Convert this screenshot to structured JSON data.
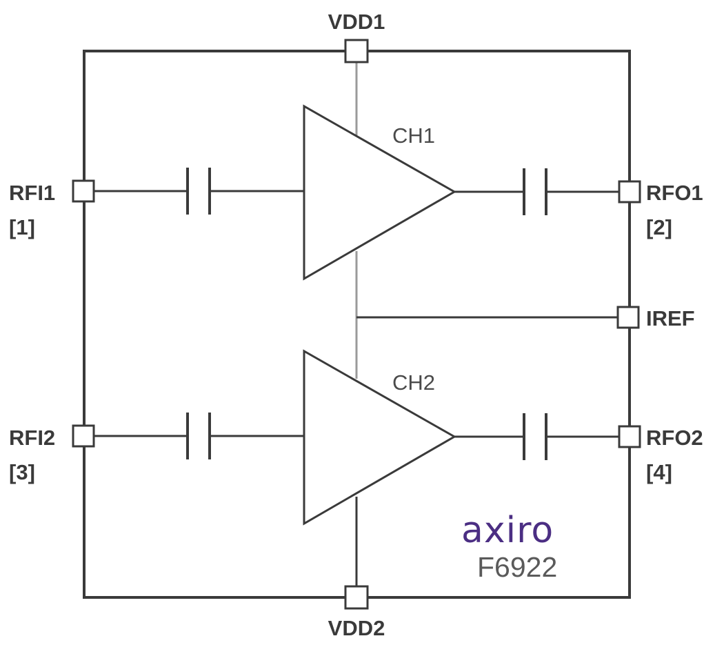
{
  "pins": {
    "vdd1": "VDD1",
    "vdd2": "VDD2",
    "rfi1": "RFI1",
    "rfi1_num": "[1]",
    "rfo1": "RFO1",
    "rfo1_num": "[2]",
    "rfi2": "RFI2",
    "rfi2_num": "[3]",
    "rfo2": "RFO2",
    "rfo2_num": "[4]",
    "iref": "IREF"
  },
  "channels": {
    "ch1": "CH1",
    "ch2": "CH2"
  },
  "brand": {
    "name": "axiro",
    "part_number": "F6922",
    "color": "#4b2e83"
  },
  "colors": {
    "outline": "#3a3a3a",
    "supply_line": "#9a9a9a",
    "text": "#3a3a3a"
  }
}
